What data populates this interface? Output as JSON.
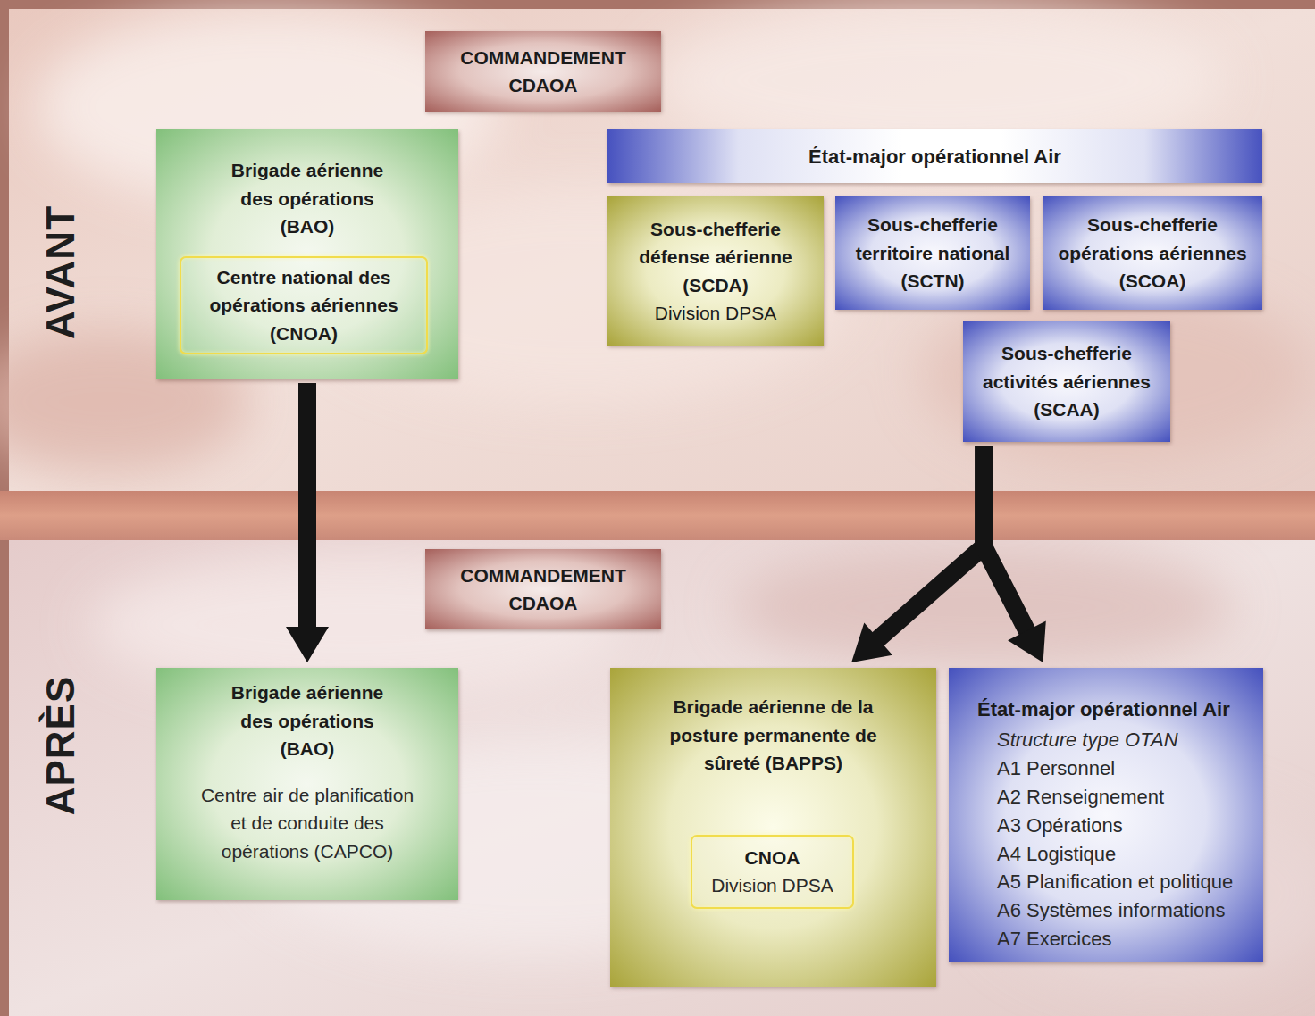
{
  "diagram": {
    "nodes": [
      {
        "text": [
          "COMMANDEMENT CDAOA"
        ]
      },
      {
        "text": [
          "Brigade aérienne des opérations (BAO)"
        ]
      },
      {
        "text": [
          "Centre national des opérations aériennes (CNOA)"
        ],
        "in": 1
      },
      {
        "text": [
          "État-major opérationnel Air"
        ]
      },
      {
        "text": [
          "Sous-chefferie défense aérienne (SCDA)",
          "Division DPSA"
        ]
      },
      {
        "text": [
          "Sous-chefferie territoire national (SCTN)"
        ]
      },
      {
        "text": [
          "Sous-chefferie opérations aériennes (SCOA)"
        ]
      },
      {
        "text": [
          "Sous-chefferie activités aériennes (SCAA)"
        ]
      },
      {
        "text": [
          "COMMANDEMENT CDAOA"
        ]
      },
      {
        "text": [
          "Brigade aérienne des opérations (BAO)",
          "Centre air de planification et de conduite des opérations (CAPCO)"
        ]
      },
      {
        "text": [
          "Brigade aérienne de la posture permanente de sûreté (BAPPS)"
        ]
      },
      {
        "text": [
          "CNOA",
          "Division DPSA"
        ],
        "in": 10
      },
      {
        "text": [
          "État-major opérationnel Air",
          "Structure type OTAN",
          "A1 Personnel",
          "A2 Renseignement",
          "A3 Opérations",
          "A4 Logistique",
          "A5 Planification et politique",
          "A6 Systèmes informations",
          "A7 Exercices"
        ]
      }
    ],
    "edges": [
      {
        "from": 1,
        "to": 9,
        "arrow": "to"
      },
      {
        "from": 7,
        "to": 10,
        "arrow": "to"
      },
      {
        "from": 7,
        "to": 12,
        "arrow": "to"
      }
    ],
    "labels": [
      "AVANT",
      "APRÈS"
    ]
  }
}
